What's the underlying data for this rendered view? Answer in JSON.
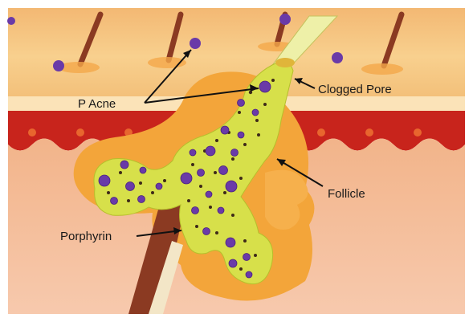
{
  "labels": {
    "p_acne": "P Acne",
    "clogged_pore": "Clogged Pore",
    "follicle": "Follicle",
    "porphyrin": "Porphyrin"
  },
  "colors": {
    "epidermis": "#f6c77a",
    "dermis_red": "#c8241c",
    "deep_dermis": "#f0a87a",
    "sebum": "#d7e04a",
    "bacteria": "#6a3aa8",
    "hair": "#8b3a22",
    "gland": "#f3a53a"
  },
  "icons": [
    "hair-icon",
    "bacteria-icon",
    "arrow-icon"
  ]
}
